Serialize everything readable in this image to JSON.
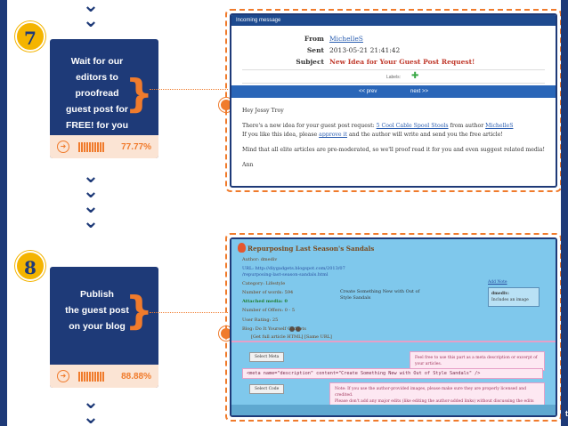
{
  "colors": {
    "navy": "#1e3a78",
    "orange": "#f07b2c",
    "badge": "#f4b400",
    "article_bg": "#7fc8ec"
  },
  "steps": [
    {
      "number": "7",
      "lines": [
        "Wait for our editors to",
        "proofread",
        "guest post for",
        "FREE! for you"
      ],
      "progress_percent": 77.77,
      "progress_label": "77.77%",
      "go_icon": "arrow-circle-icon"
    },
    {
      "number": "8",
      "lines": [
        "Publish",
        "the guest post",
        "on your blog"
      ],
      "progress_percent": 88.88,
      "progress_label": "88.88%",
      "go_icon": "arrow-circle-icon"
    }
  ],
  "message": {
    "header": "Incoming message",
    "from_label": "From",
    "from_value": "MichelleS",
    "sent_label": "Sent",
    "sent_value": "2013-05-21 21:41:42",
    "subject_label": "Subject",
    "subject_value": "New Idea for Your Guest Post Request!",
    "labels_text": "Labels:",
    "prev": "<< prev",
    "next": "next >>",
    "greeting": "Hey Jessy Troy",
    "line1_a": "There's a new idea for your guest post request:",
    "line1_link": "5 Cool Cable Spool Stools",
    "line1_b": "from author",
    "line1_author": "MichelleS",
    "line2_a": "If you like this idea, please",
    "line2_link": "approve it",
    "line2_b": "and the author will write and send you the free article!",
    "line3": "Mind that all elite articles are pre-moderated, so we'll proof read it for you and even suggest related media!",
    "sign": "Ann"
  },
  "article": {
    "title": "Repurposing Last Season's Sandals",
    "author": "Author: dmediv",
    "url": "URL: http://diygadgets.blogspot.com/2013/07",
    "url2": "/repurposing-last-season-sandals.html",
    "category": "Category: Lifestyle",
    "words": "Number of words: 594",
    "media": "Attached media: 0",
    "offers": "Number of Offers: 0 - 5",
    "rating": "User Rating: 25",
    "blog": "Blog: Do It Yourself Gadgets",
    "full_article": "[Get full article HTML] [Same URL]",
    "center_text": "Create Something New with Out of Style Sandals",
    "note_title": "Add Note",
    "note_body_a": "dmediv:",
    "note_body_b": "Includes an image",
    "select_meta": "Select Meta",
    "meta_hint": "Feel free to use this part as a meta description or excerpt of your articles.",
    "meta_code": "<meta name=\"description\" content=\"Create Something New with Out of Style Sandals\" />",
    "select_code": "Select Code",
    "code_note_a": "Note: If you use the author-provided images, please make sure they are properly licensed and credited.",
    "code_note_b": "Please don't add any major edits (like editing the author-added links) without discussing the edits with the author."
  },
  "corner_text": "t"
}
